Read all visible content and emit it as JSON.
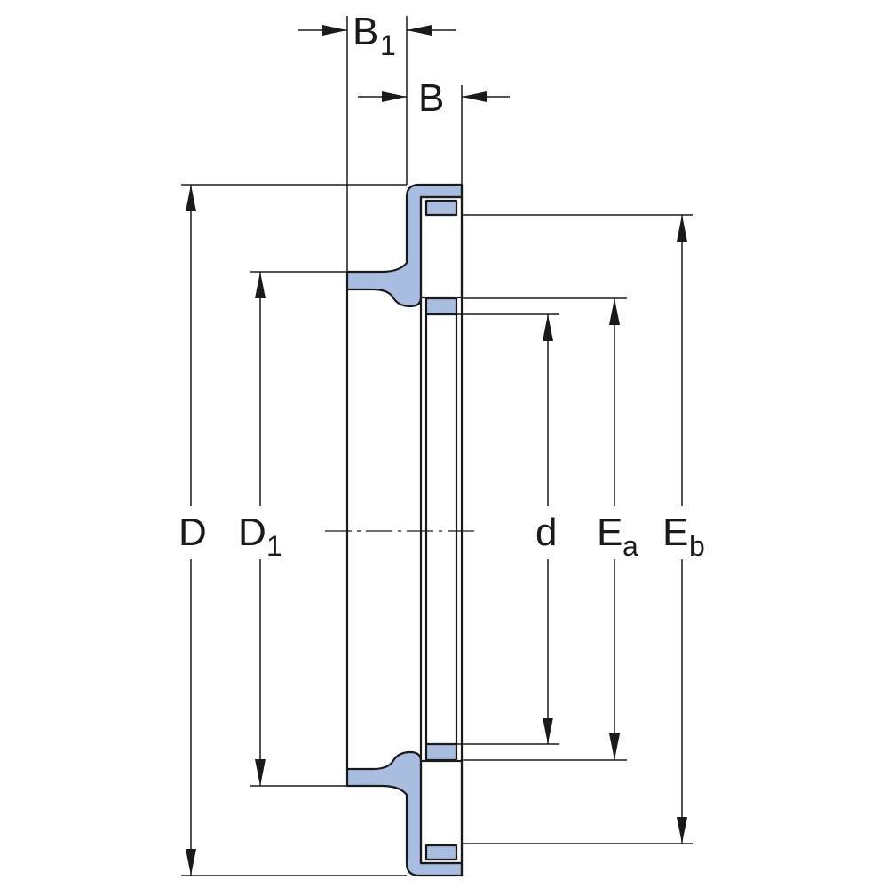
{
  "diagram": {
    "colors": {
      "part_fill": "#a9bde0",
      "line": "#1a1a1a",
      "background": "#ffffff"
    },
    "dimensions": [
      {
        "id": "B1",
        "main": "B",
        "sub": "1"
      },
      {
        "id": "B",
        "main": "B",
        "sub": ""
      },
      {
        "id": "D",
        "main": "D",
        "sub": ""
      },
      {
        "id": "D1",
        "main": "D",
        "sub": "1"
      },
      {
        "id": "d",
        "main": "d",
        "sub": ""
      },
      {
        "id": "Ea",
        "main": "E",
        "sub": "a"
      },
      {
        "id": "Eb",
        "main": "E",
        "sub": "b"
      }
    ]
  }
}
